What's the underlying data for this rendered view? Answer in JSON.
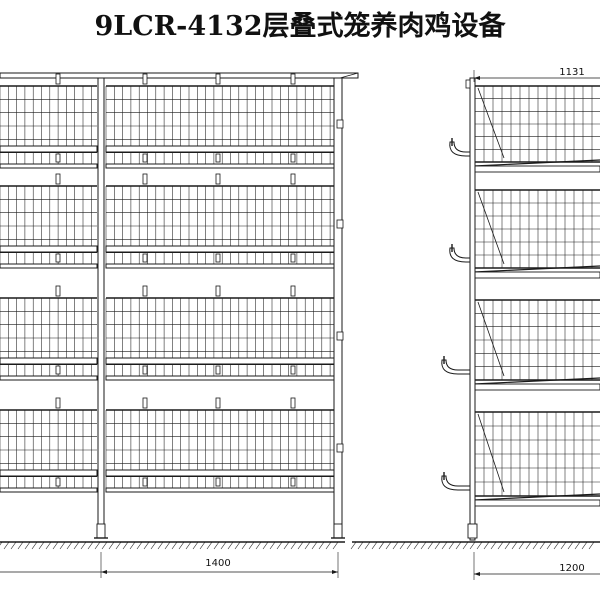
{
  "title": "9LCR-4132层叠式笼养肉鸡设备",
  "front_view": {
    "tiers": 4,
    "width_dimension": "1400"
  },
  "side_view": {
    "tiers": 4,
    "top_dimension": "1131",
    "bottom_dimension": "1200"
  },
  "colors": {
    "line": "#1a1a1a",
    "background": "#ffffff"
  }
}
